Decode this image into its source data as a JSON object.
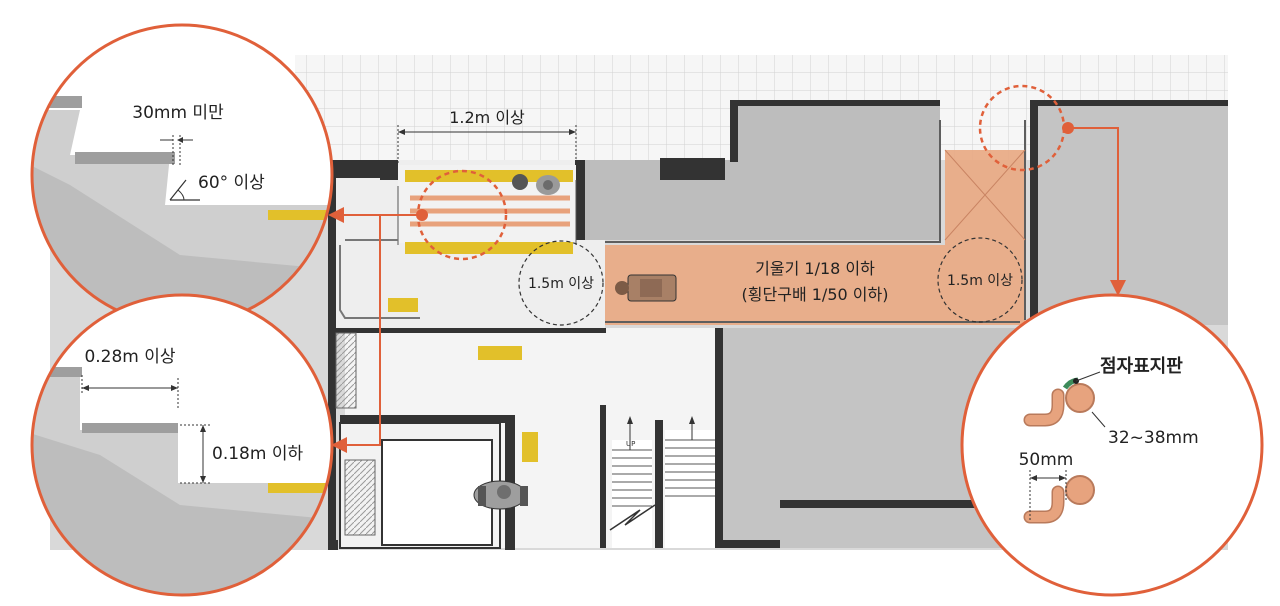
{
  "colors": {
    "accent": "#E0603A",
    "ramp": "#E9A882",
    "tactile": "#E2C02A",
    "wall_gray": "#B9B9B9",
    "dark": "#333333",
    "grid_bg": "#F4F4F4",
    "handrail": "#E7A37E",
    "sign_green": "#3D8B5A"
  },
  "labels": {
    "stair_width": "1.2m 이상",
    "turn_space_left": "1.5m 이상",
    "turn_space_right": "1.5m 이상",
    "ramp_slope": "기울기 1/18 이하",
    "ramp_cross_slope": "(횡단구배 1/50 이하)",
    "up_marker": "UP"
  },
  "callouts": {
    "nosing": {
      "gap_label": "30mm 미만",
      "angle_label": "60° 이상"
    },
    "step": {
      "tread_label": "0.28m 이상",
      "riser_label": "0.18m 이하"
    },
    "handrail": {
      "sign_label": "점자표지판",
      "diameter_label": "32~38mm",
      "wall_gap_label": "50mm"
    }
  }
}
